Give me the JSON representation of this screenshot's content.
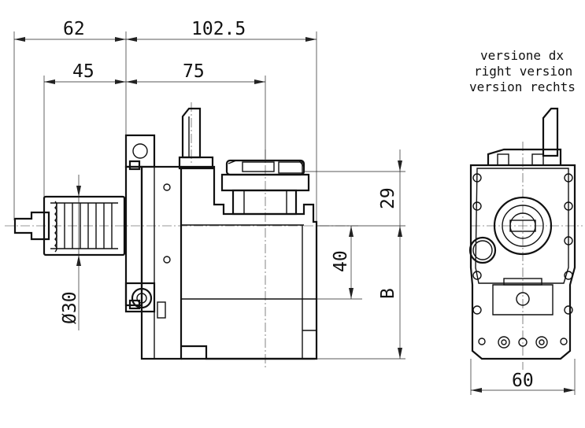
{
  "dimensions": {
    "d62": "62",
    "d102_5": "102.5",
    "d45": "45",
    "d75": "75",
    "d29": "29",
    "d40": "40",
    "dB": "B",
    "d30": "Ø30",
    "d60": "60"
  },
  "version_label": {
    "line1": "versione dx",
    "line2": "right version",
    "line3": "version rechts"
  }
}
